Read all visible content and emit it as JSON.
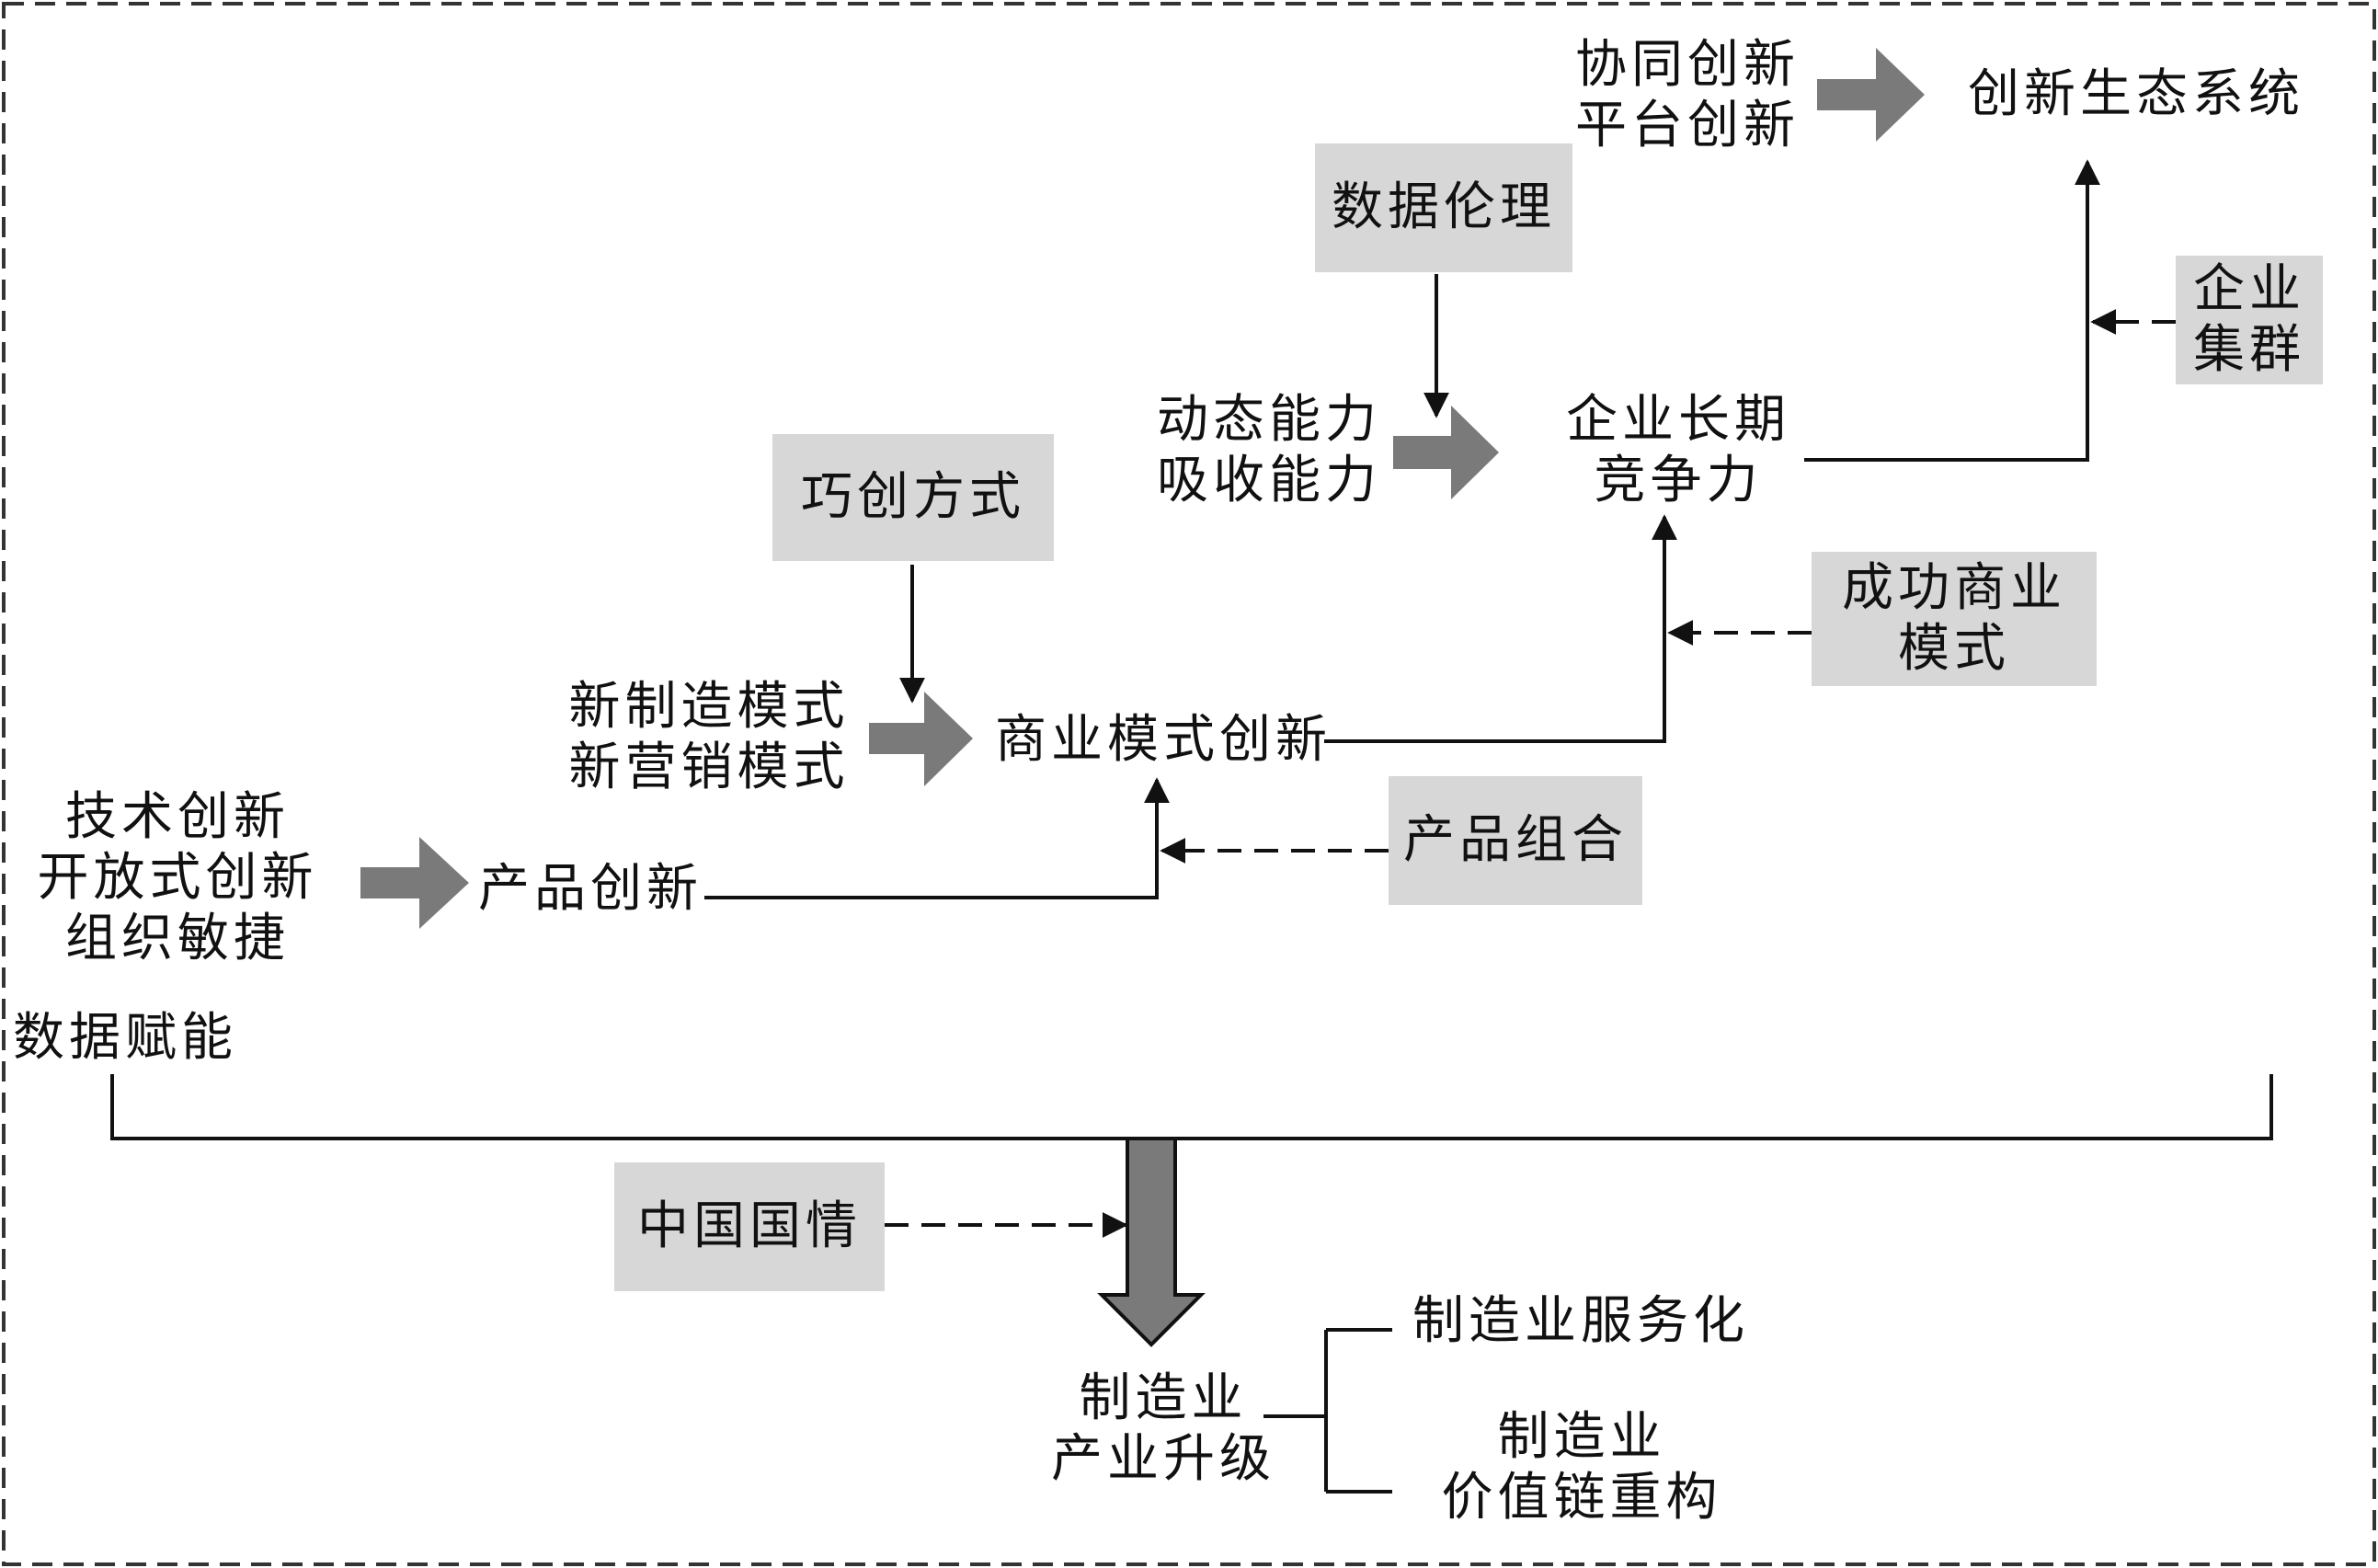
{
  "nodes": {
    "tech_innovation": [
      "技术创新",
      "开放式创新",
      "组织敏捷"
    ],
    "product_innovation": "产品创新",
    "new_modes": [
      "新制造模式",
      "新营销模式"
    ],
    "business_model_innovation": "商业模式创新",
    "capabilities": [
      "动态能力",
      "吸收能力"
    ],
    "long_term_competitiveness": [
      "企业长期",
      "竞争力"
    ],
    "cooperative_innovation": [
      "协同创新",
      "平台创新"
    ],
    "innovation_ecosystem": "创新生态系统",
    "data_empowerment": "数据赋能",
    "manufacturing_upgrade": [
      "制造业",
      "产业升级"
    ],
    "servitization": "制造业服务化",
    "value_chain": [
      "制造业",
      "价值链重构"
    ]
  },
  "factors": {
    "ingenious_creation": "巧创方式",
    "data_ethics": "数据伦理",
    "enterprise_cluster": [
      "企业",
      "集群"
    ],
    "successful_business_model": [
      "成功商业",
      "模式"
    ],
    "product_portfolio": "产品组合",
    "china_conditions": "中国国情"
  },
  "colors": {
    "factor_box": "#d7d7d7",
    "block_arrow": "#7a7a7a",
    "line": "#111111",
    "border": "#333333"
  }
}
